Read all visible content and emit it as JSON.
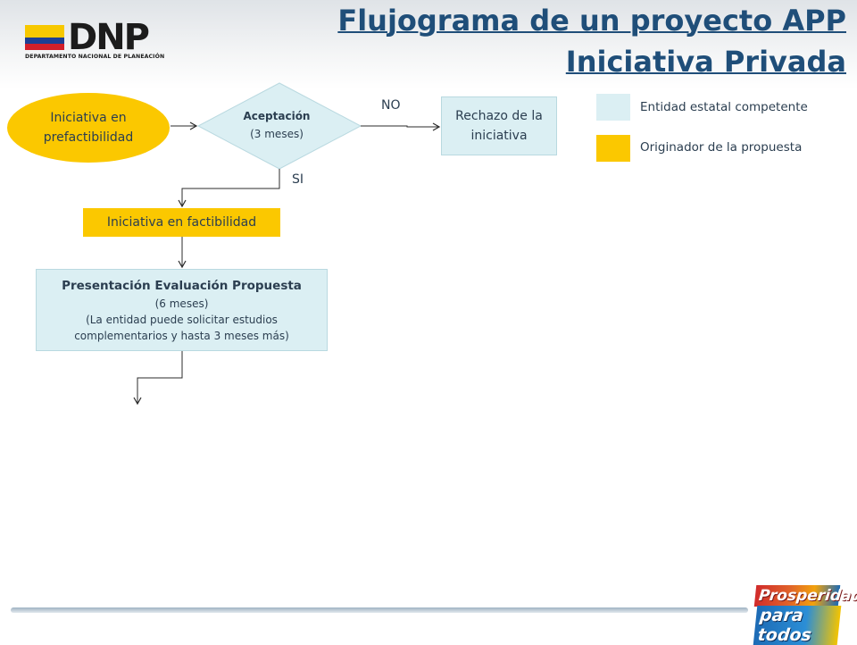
{
  "header": {
    "logo_text": "DNP",
    "logo_subtitle": "DEPARTAMENTO NACIONAL DE PLANEACIÓN",
    "title_line1": "Flujograma de un proyecto APP",
    "title_line2": "Iniciativa Privada"
  },
  "diagram": {
    "prefactibilidad": "Iniciativa en prefactibilidad",
    "aceptacion_title": "Aceptación",
    "aceptacion_time": "(3 meses)",
    "label_no": "NO",
    "label_si": "SI",
    "rechazo": "Rechazo de la iniciativa",
    "factibilidad": "Iniciativa en factibilidad",
    "presentacion_title": "Presentación Evaluación Propuesta",
    "presentacion_time": "(6 meses)",
    "presentacion_note": "(La entidad puede solicitar estudios complementarios y hasta 3 meses más)"
  },
  "legend": {
    "entidad": "Entidad estatal competente",
    "originador": "Originador de la propuesta"
  },
  "footer": {
    "brand_line1": "Prosperidad",
    "brand_line2": "para todos"
  },
  "colors": {
    "originador": "#fbc800",
    "entidad": "#dbeff3",
    "title": "#1f4e79"
  }
}
